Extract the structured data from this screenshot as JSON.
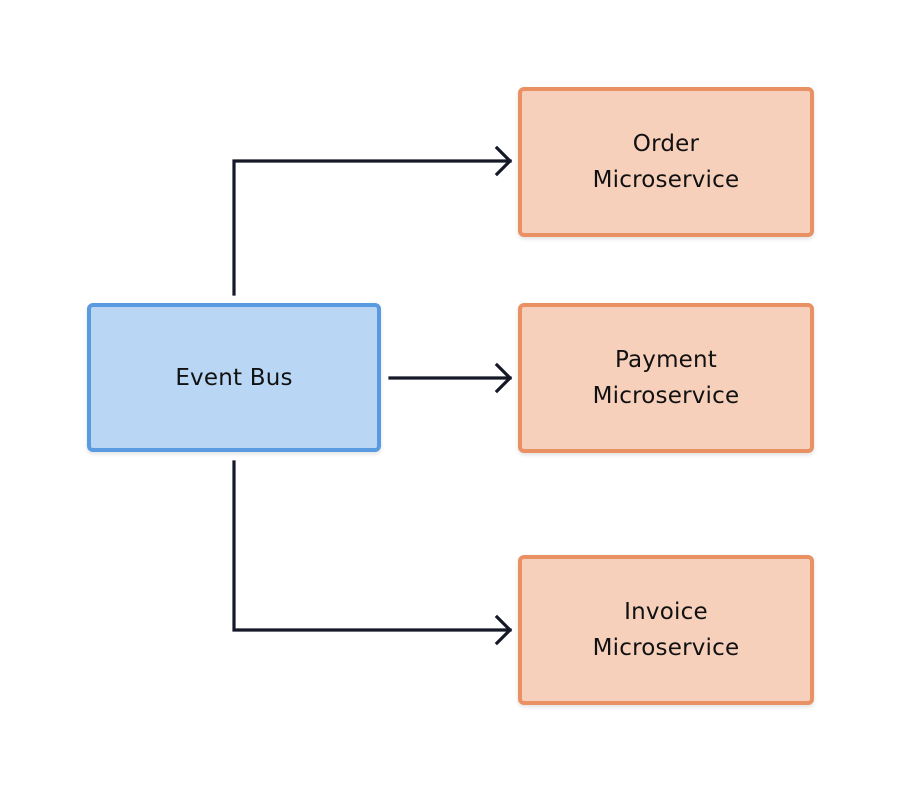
{
  "diagram": {
    "source": {
      "label": "Event Bus"
    },
    "targets": [
      {
        "line1": "Order",
        "line2": "Microservice"
      },
      {
        "line1": "Payment",
        "line2": "Microservice"
      },
      {
        "line1": "Invoice",
        "line2": "Microservice"
      }
    ],
    "colors": {
      "source_fill": "#b9d7f4",
      "source_border": "#5a9ae0",
      "target_fill": "#f6d0bb",
      "target_border": "#ea9163",
      "connector": "#151826"
    }
  }
}
